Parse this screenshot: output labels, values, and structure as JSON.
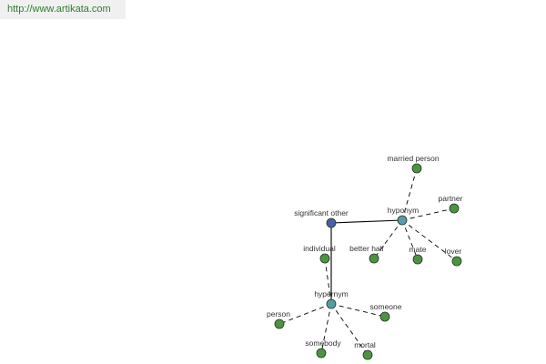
{
  "banner": {
    "url": "http://www.artikata.com"
  },
  "colors": {
    "root_node": "#4a5fa6",
    "relation_node": "#5b9aa8",
    "term_node": "#4f9244",
    "edge": "#000000",
    "banner_text": "#2e7d2e",
    "banner_bg": "#f0f0f0"
  },
  "graph": {
    "root": {
      "id": "root",
      "label": "significant other",
      "kind": "root"
    },
    "relations": [
      {
        "id": "rel-hyponym",
        "label": "hyponym",
        "kind": "relation"
      },
      {
        "id": "rel-hypernym",
        "label": "hypernym",
        "kind": "relation"
      }
    ],
    "terms": [
      {
        "id": "t-married-person",
        "label": "married person",
        "parent": "rel-hyponym"
      },
      {
        "id": "t-partner",
        "label": "partner",
        "parent": "rel-hyponym"
      },
      {
        "id": "t-better-half",
        "label": "better half",
        "parent": "rel-hyponym"
      },
      {
        "id": "t-mate",
        "label": "mate",
        "parent": "rel-hyponym"
      },
      {
        "id": "t-lover",
        "label": "lover",
        "parent": "rel-hyponym"
      },
      {
        "id": "t-individual",
        "label": "individual",
        "parent": "rel-hypernym"
      },
      {
        "id": "t-someone",
        "label": "someone",
        "parent": "rel-hypernym"
      },
      {
        "id": "t-person",
        "label": "person",
        "parent": "rel-hypernym"
      },
      {
        "id": "t-somebody",
        "label": "somebody",
        "parent": "rel-hypernym"
      },
      {
        "id": "t-mortal",
        "label": "mortal",
        "parent": "rel-hypernym"
      }
    ]
  }
}
